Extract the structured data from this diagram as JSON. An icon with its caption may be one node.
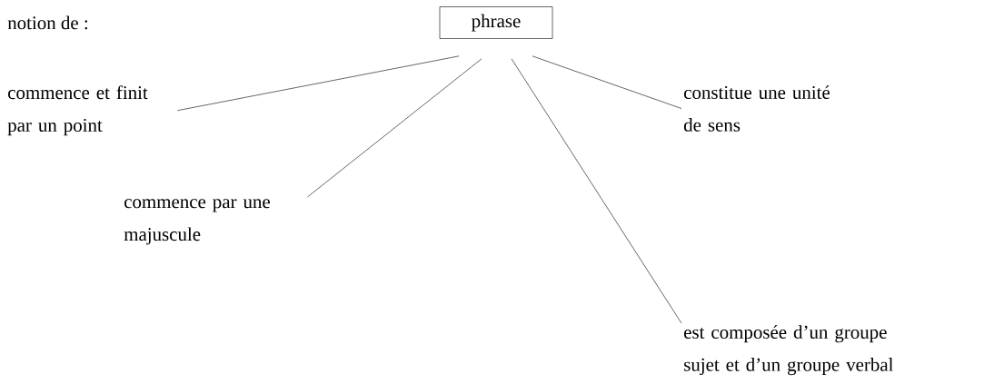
{
  "diagram": {
    "nodes": [
      {
        "text": [
          "phrase"
        ]
      },
      {
        "text": [
          "commence et finit par un point"
        ]
      },
      {
        "text": [
          "commence par une majuscule"
        ]
      },
      {
        "text": [
          "constitue une unité de sens"
        ]
      },
      {
        "text": [
          "est composée d’un groupe sujet et d’un groupe verbal"
        ]
      }
    ],
    "edges": [
      {
        "from": 0,
        "to": 1,
        "arrow": "none"
      },
      {
        "from": 0,
        "to": 2,
        "arrow": "none"
      },
      {
        "from": 0,
        "to": 4,
        "arrow": "none"
      },
      {
        "from": 0,
        "to": 3,
        "arrow": "none"
      }
    ],
    "labels": [
      "notion de :"
    ]
  }
}
